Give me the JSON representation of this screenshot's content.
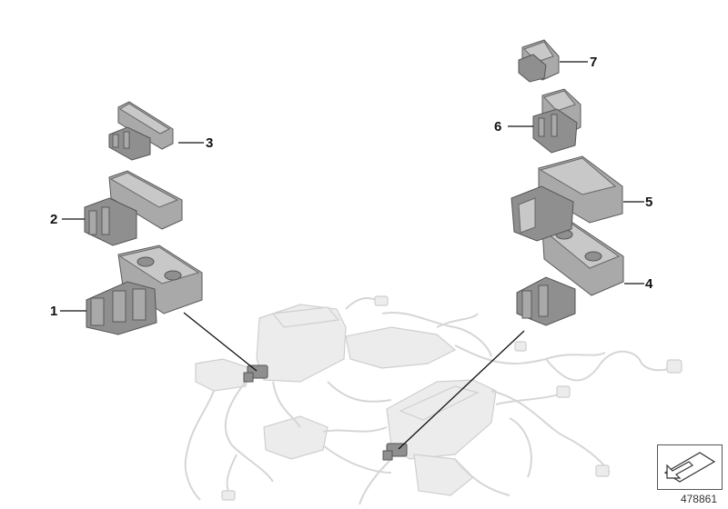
{
  "callouts": [
    {
      "id": "1",
      "label": "1"
    },
    {
      "id": "2",
      "label": "2"
    },
    {
      "id": "3",
      "label": "3"
    },
    {
      "id": "4",
      "label": "4"
    },
    {
      "id": "5",
      "label": "5"
    },
    {
      "id": "6",
      "label": "6"
    },
    {
      "id": "7",
      "label": "7"
    }
  ],
  "diagram_number": "478861",
  "icons": {
    "corner_icon": "arrow-sheet-icon"
  },
  "colors": {
    "part": "#9a9a9a",
    "ghost": "#e6e6e6",
    "line": "#111111"
  }
}
